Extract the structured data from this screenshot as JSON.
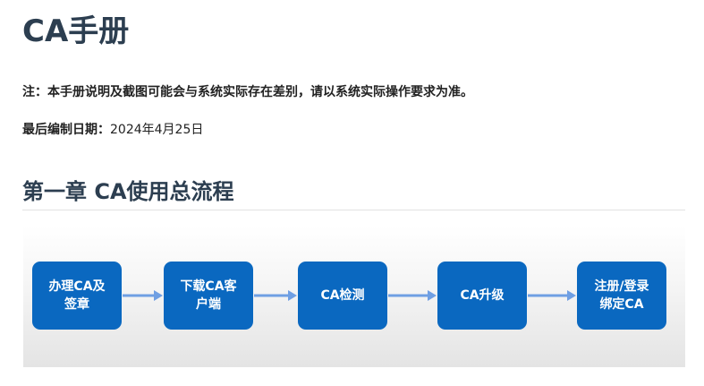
{
  "document": {
    "title": "CA手册",
    "note": "注：本手册说明及截图可能会与系统实际存在差别，请以系统实际操作要求为准。",
    "last_edited_label": "最后编制日期：",
    "last_edited_date": "2024年4月25日"
  },
  "chapter": {
    "heading": "第一章 CA使用总流程"
  },
  "flow": {
    "steps": [
      {
        "lines": [
          "办理CA及",
          "签章"
        ]
      },
      {
        "lines": [
          "下载CA客",
          "户端"
        ]
      },
      {
        "lines": [
          "CA检测"
        ]
      },
      {
        "lines": [
          "CA升级"
        ]
      },
      {
        "lines": [
          "注册/登录",
          "绑定CA"
        ]
      }
    ]
  },
  "colors": {
    "title": "#2c3e50",
    "step_box": "#0a68c0",
    "arrow": "#6f9fe3"
  }
}
